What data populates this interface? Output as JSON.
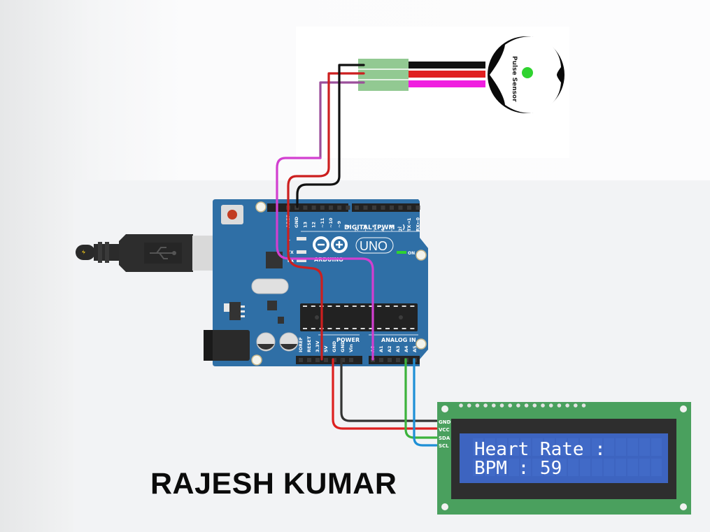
{
  "author_caption": "RAJESH KUMAR",
  "pulse_sensor": {
    "label": "Pulse Sensor",
    "led_color": "#2fd32f"
  },
  "arduino": {
    "brand": "ARDUINO",
    "model": "UNO",
    "on_label": "ON",
    "led_labels": [
      "L",
      "TX",
      "RX"
    ],
    "digital_header_label": "DIGITAL (PWM ~)",
    "digital_pins_left": [
      "AREF",
      "GND",
      "13",
      "12",
      "~11",
      "~10",
      "~9",
      "8"
    ],
    "digital_pins_right": [
      "7",
      "~6",
      "~5",
      "4",
      "~3",
      "2",
      "TX→1",
      "RX←0"
    ],
    "power_label": "POWER",
    "power_pins": [
      "IOREF",
      "RESET",
      "3.3V",
      "5V",
      "GND",
      "GND",
      "Vin"
    ],
    "analog_label": "ANALOG IN",
    "analog_pins": [
      "A0",
      "A1",
      "A2",
      "A3",
      "A4",
      "A5"
    ],
    "board_color": "#2f6fa6"
  },
  "lcd": {
    "pins": [
      "GND",
      "VCC",
      "SDA",
      "SCL"
    ],
    "line1": "Heart Rate :",
    "line2": "BPM : 59",
    "bpm_value": 59,
    "screen_color": "#3d64c0",
    "pcb_color": "#4aa05e"
  },
  "wires": [
    {
      "name": "sensor-signal",
      "from": "Pulse Sensor signal",
      "to": "A0",
      "color": "#d23fd0"
    },
    {
      "name": "sensor-vcc",
      "from": "Pulse Sensor VCC",
      "to": "3.3V",
      "color": "#cc1f1f"
    },
    {
      "name": "sensor-gnd",
      "from": "Pulse Sensor GND",
      "to": "GND",
      "color": "#111111"
    },
    {
      "name": "lcd-vcc",
      "from": "5V",
      "to": "LCD VCC",
      "color": "#dd2020"
    },
    {
      "name": "lcd-gnd",
      "from": "GND",
      "to": "LCD GND",
      "color": "#333333"
    },
    {
      "name": "lcd-sda",
      "from": "A4",
      "to": "LCD SDA",
      "color": "#3cb33c"
    },
    {
      "name": "lcd-scl",
      "from": "A5",
      "to": "LCD SCL",
      "color": "#1e8fd6"
    }
  ]
}
